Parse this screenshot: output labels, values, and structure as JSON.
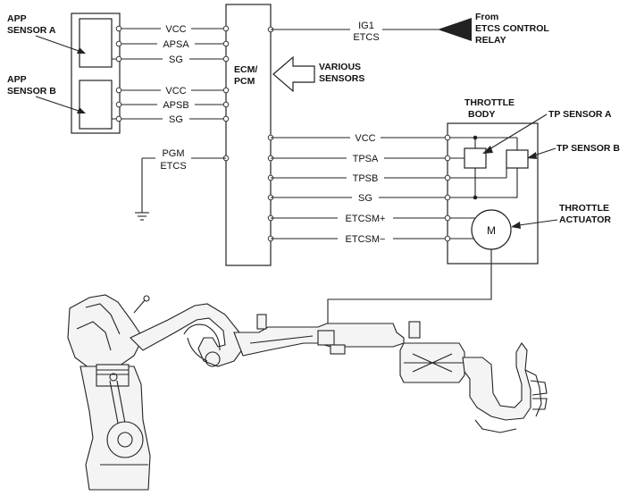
{
  "app_sensor_a": [
    "APP",
    "SENSOR A"
  ],
  "app_sensor_b": [
    "APP",
    "SENSOR B"
  ],
  "wires_a": [
    "VCC",
    "APSA",
    "SG"
  ],
  "wires_b": [
    "VCC",
    "APSB",
    "SG"
  ],
  "ecm": [
    "ECM/",
    "PCM"
  ],
  "various_sensors": [
    "VARIOUS",
    "SENSORS"
  ],
  "ig1": [
    "IG1",
    "ETCS"
  ],
  "from_relay": [
    "From",
    "ETCS CONTROL",
    "RELAY"
  ],
  "pgm": [
    "PGM",
    "ETCS"
  ],
  "throttle_body": [
    "THROTTLE",
    "BODY"
  ],
  "tp_sensor_a": "TP SENSOR A",
  "tp_sensor_b": "TP SENSOR B",
  "throttle_actuator": [
    "THROTTLE",
    "ACTUATOR"
  ],
  "motor_symbol": "M",
  "tb_wires": [
    "VCC",
    "TPSA",
    "TPSB",
    "SG",
    "ETCSM+",
    "ETCSM−"
  ]
}
